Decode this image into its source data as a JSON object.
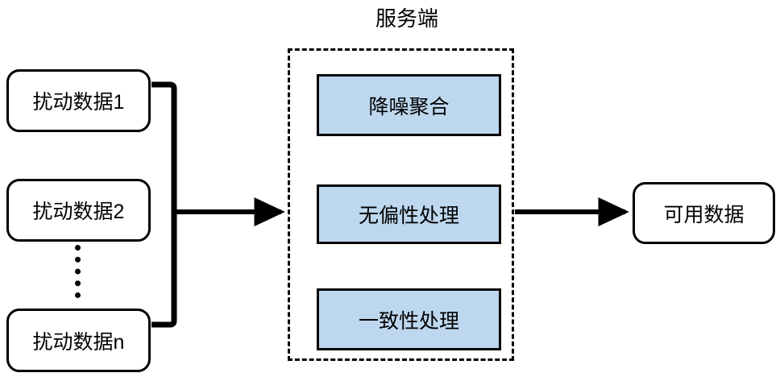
{
  "diagram": {
    "title": "服务端",
    "inputs": [
      {
        "label": "扰动数据1"
      },
      {
        "label": "扰动数据2"
      },
      {
        "label": "扰动数据n"
      }
    ],
    "ellipsis_marker": "vertical-dotted-ellipsis",
    "processes": [
      {
        "label": "降噪聚合"
      },
      {
        "label": "无偏性处理"
      },
      {
        "label": "一致性处理"
      }
    ],
    "output": {
      "label": "可用数据"
    },
    "connectors": [
      {
        "name": "inputs-merge-bracket",
        "kind": "bracket"
      },
      {
        "name": "bracket-to-server-arrow",
        "kind": "arrow"
      },
      {
        "name": "server-to-output-arrow",
        "kind": "arrow"
      }
    ],
    "colors": {
      "process_fill": "#bdd7ee",
      "stroke": "#000000",
      "background": "#ffffff",
      "node_fill": "#ffffff"
    }
  }
}
